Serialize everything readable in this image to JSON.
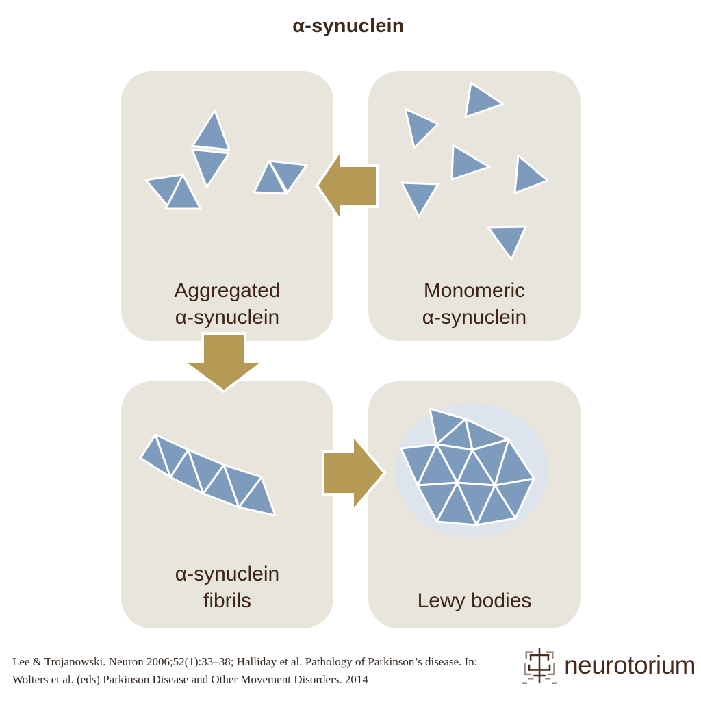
{
  "title": "α-synuclein",
  "panels": {
    "aggregated": {
      "label_lines": [
        "Aggregated",
        "α-synuclein"
      ]
    },
    "monomeric": {
      "label_lines": [
        "Monomeric",
        "α-synuclein"
      ]
    },
    "fibrils": {
      "label_lines": [
        "α-synuclein",
        "fibrils"
      ]
    },
    "lewy": {
      "label_lines": [
        "Lewy bodies"
      ]
    }
  },
  "icons": {
    "aggregated_art": "aggregated-oligomer-triangles",
    "monomeric_art": "scattered-monomer-triangles",
    "fibrils_art": "fibril-triangle-chain",
    "lewy_art": "lewy-body-triangle-cluster"
  },
  "arrows": [
    {
      "name": "monomeric-to-aggregated",
      "direction": "left"
    },
    {
      "name": "aggregated-to-fibrils",
      "direction": "down"
    },
    {
      "name": "fibrils-to-lewy",
      "direction": "right"
    }
  ],
  "footer": {
    "citation": "Lee & Trojanowski. Neuron 2006;52(1):33–38; Halliday et al. Pathology of Parkinson’s disease. In: Wolters et al. (eds) Parkinson Disease and Other Movement Disorders. 2014",
    "brand": "neurotorium"
  },
  "colors": {
    "panel_background": "#e7e5dc",
    "triangle_blue": "#7d9cbd",
    "arrow_gold": "#b49a55",
    "label_brown": "#3e2517",
    "title_brown": "#3c2a1c",
    "lewy_halo": "#dde4ee",
    "logo_brown": "#46291c"
  }
}
